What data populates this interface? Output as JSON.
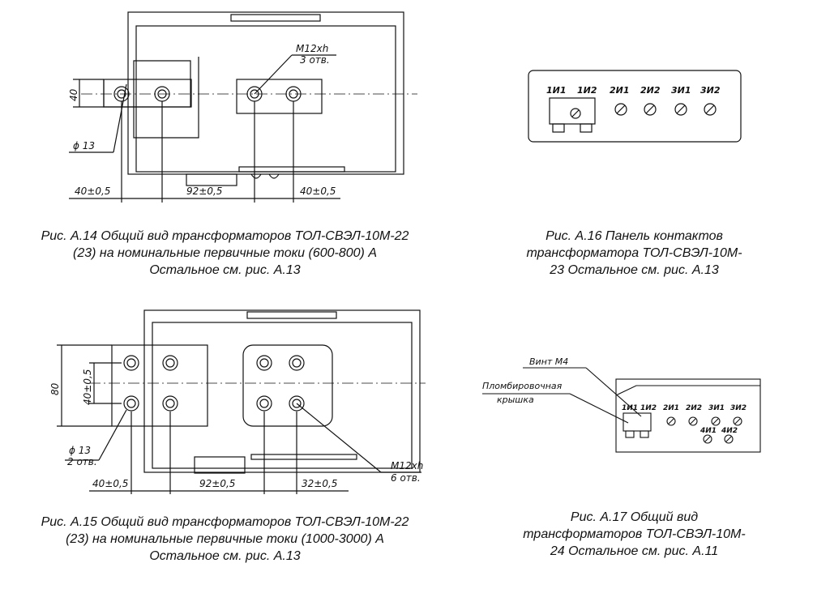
{
  "fig14": {
    "caption": [
      "Рис. А.14 Общий вид трансформаторов ТОЛ-СВЭЛ-10М-22",
      "(23) на номинальные первичные токи (600-800) А",
      "Остальное см. рис. А.13"
    ],
    "callout_thread": "M12xh",
    "callout_holes": "3 отв.",
    "dim_height": "40",
    "dim_hole": "ϕ 13",
    "dim_1": "40±0,5",
    "dim_2": "92±0,5",
    "dim_3": "40±0,5"
  },
  "fig15": {
    "caption": [
      "Рис. А.15 Общий вид трансформаторов ТОЛ-СВЭЛ-10М-22",
      "(23) на номинальные первичные токи (1000-3000) А",
      "Остальное см. рис. А.13"
    ],
    "dim_outer": "80",
    "dim_inner": "40±0,5",
    "dim_hole": "ϕ 13",
    "dim_hole_count": "2 отв.",
    "callout_thread": "M12xh",
    "callout_holes": "6 отв.",
    "dim_1": "40±0,5",
    "dim_2": "92±0,5",
    "dim_3": "32±0,5"
  },
  "fig16": {
    "caption": [
      "Рис. А.16 Панель контактов",
      "трансформатора ТОЛ-СВЭЛ-10М-",
      "23 Остальное см. рис. А.13"
    ],
    "terminals": [
      "1И1",
      "1И2",
      "2И1",
      "2И2",
      "3И1",
      "3И2"
    ]
  },
  "fig17": {
    "caption": [
      "Рис. А.17 Общий вид",
      "трансформаторов ТОЛ-СВЭЛ-10М-",
      "24 Остальное см. рис. А.11"
    ],
    "label_screw": "Винт М4",
    "label_cover_1": "Пломбировочная",
    "label_cover_2": "крышка",
    "terminals_top": [
      "1И1",
      "1И2",
      "2И1",
      "2И2",
      "3И1",
      "3И2"
    ],
    "terminals_bottom": [
      "4И1",
      "4И2"
    ]
  }
}
